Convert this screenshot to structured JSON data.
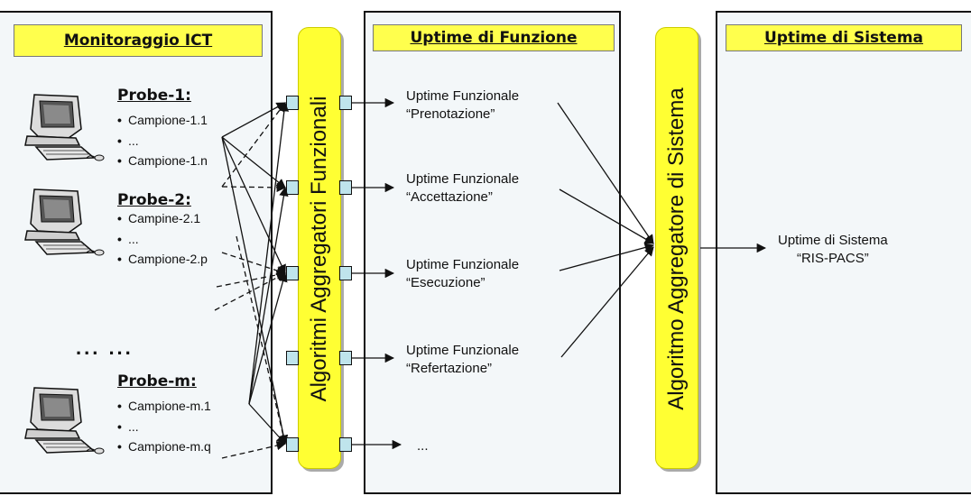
{
  "col1": {
    "header": "Monitoraggio ICT"
  },
  "col2": {
    "header": "Uptime di Funzione"
  },
  "col3": {
    "header": "Uptime di Sistema"
  },
  "probes": [
    {
      "title": "Probe-1:",
      "samples": [
        {
          "bullet": "•",
          "text": "Campione-1.1"
        },
        {
          "bullet": "•",
          "text": "..."
        },
        {
          "bullet": "•",
          "text": "Campione-1.n"
        }
      ]
    },
    {
      "title": "Probe-2:",
      "samples": [
        {
          "bullet": "•",
          "text": "Campine-2.1"
        },
        {
          "bullet": "•",
          "text": "..."
        },
        {
          "bullet": "•",
          "text": "Campione-2.p"
        }
      ]
    },
    {
      "title": "Probe-m:",
      "samples": [
        {
          "bullet": "•",
          "text": "Campione-m.1"
        },
        {
          "bullet": "•",
          "text": "..."
        },
        {
          "bullet": "•",
          "text": "Campione-m.q"
        }
      ]
    }
  ],
  "ellipsis": "...  ...",
  "aggregator_functional": "Algoritmi Aggregatori  Funzionali",
  "aggregator_system": "Algoritmo Aggregatore  di  Sistema",
  "functional_uptimes": [
    {
      "line1": "Uptime Funzionale",
      "line2": "“Prenotazione”"
    },
    {
      "line1": "Uptime Funzionale",
      "line2": "“Accettazione”"
    },
    {
      "line1": "Uptime Funzionale",
      "line2": "“Esecuzione”"
    },
    {
      "line1": "Uptime Funzionale",
      "line2": "“Refertazione”"
    }
  ],
  "functional_more": "...",
  "system_uptime": {
    "line1": "Uptime di Sistema",
    "line2": "“RIS-PACS”"
  },
  "colors": {
    "panel": "#f3f7f9",
    "highlight": "#ffff33",
    "port": "#bfe4ec"
  }
}
